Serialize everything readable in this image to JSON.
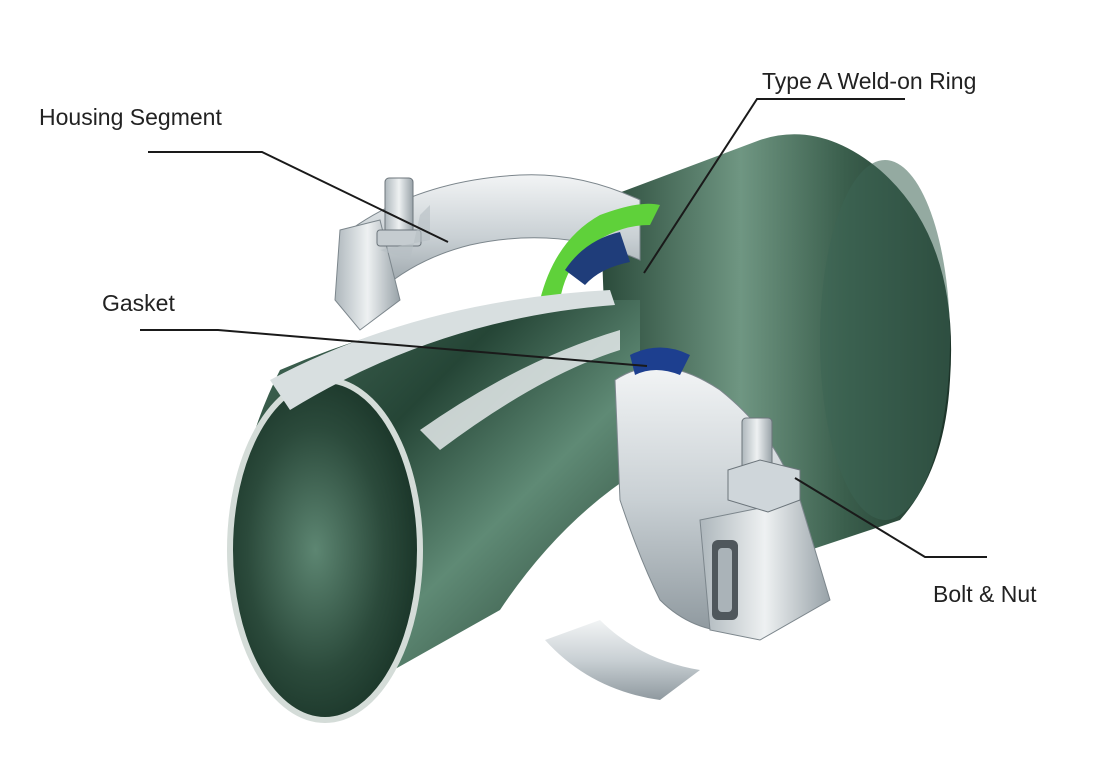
{
  "diagram": {
    "callouts": {
      "housing_segment": "Housing Segment",
      "weld_ring": "Type A Weld-on Ring",
      "gasket": "Gasket",
      "bolt_nut": "Bolt & Nut"
    },
    "colors": {
      "pipe_dark": "#1f3a2c",
      "pipe_mid": "#3f6a55",
      "pipe_light": "#a9c2b5",
      "housing_metal": "#d7dde0",
      "weld_ring_green": "#5fd13a",
      "gasket_blue": "#1d3f8f",
      "leader_line": "#1a1a1a"
    }
  }
}
